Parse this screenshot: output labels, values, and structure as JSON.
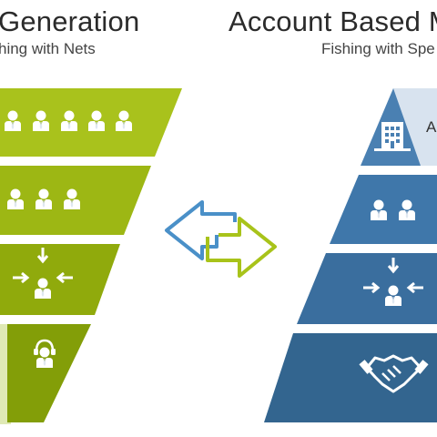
{
  "left": {
    "title": "Generation",
    "subtitle": "hing with Nets",
    "tiers": [
      {
        "icon": "people-group-icon",
        "people": 5
      },
      {
        "icon": "people-group-icon",
        "people": 3
      },
      {
        "icon": "person-target-icon"
      },
      {
        "icon": "headset-agent-icon"
      }
    ]
  },
  "right": {
    "title": "Account Based M",
    "subtitle": "Fishing with Spe",
    "tiers": [
      {
        "icon": "office-building-icon",
        "label": "A"
      },
      {
        "icon": "people-group-icon",
        "people": 2
      },
      {
        "icon": "person-target-icon"
      },
      {
        "icon": "handshake-icon"
      }
    ]
  },
  "arrows": {
    "left_color": "#4a90c8",
    "right_color": "#a8c31a"
  },
  "colors": {
    "green_dark": "#7f9a07",
    "green": "#93ad0c",
    "green_light": "#a9c21c",
    "green_pale": "#dfe9b5",
    "blue_dark": "#2e5f8b",
    "blue": "#3a6e9e",
    "blue_light": "#4a80b2",
    "blue_pale": "#d8e3ef"
  }
}
